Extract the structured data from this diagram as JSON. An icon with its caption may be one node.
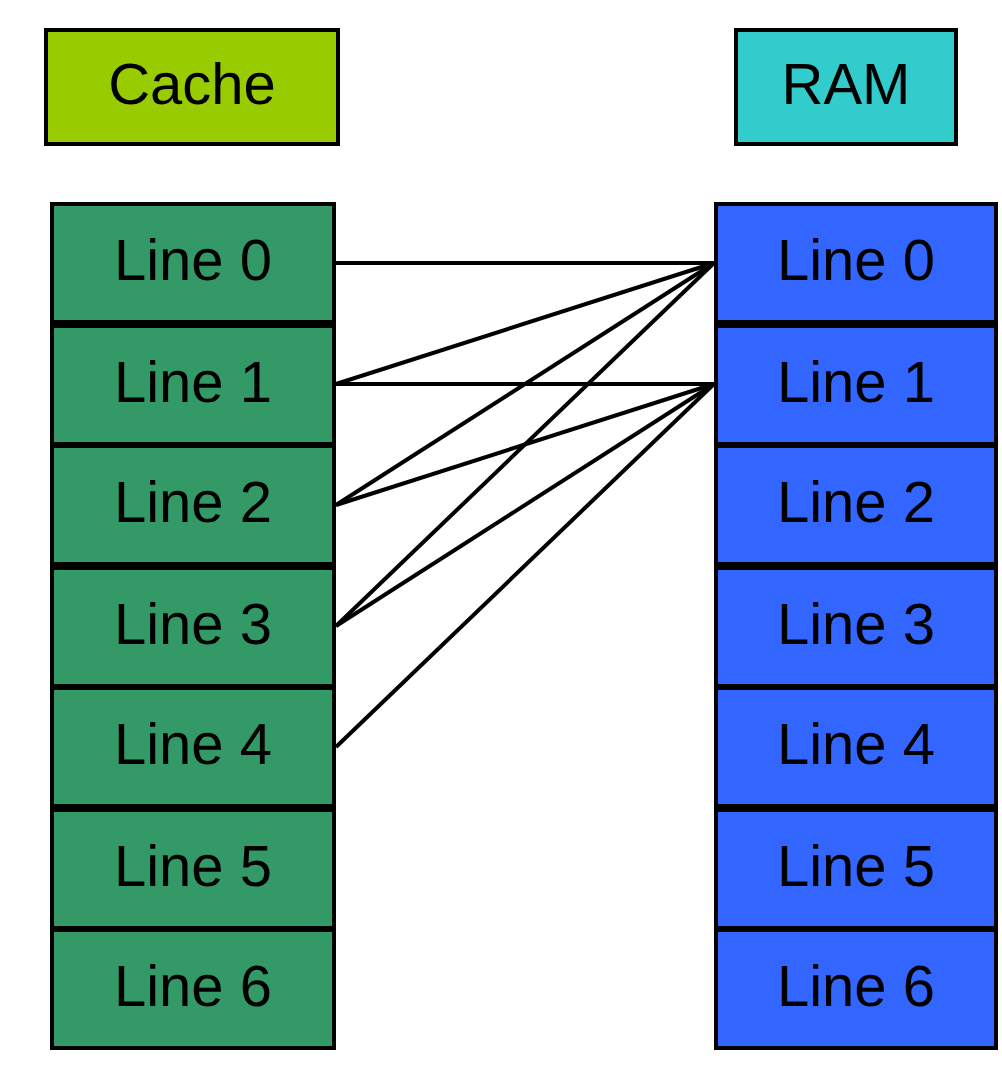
{
  "diagram": {
    "nodes": [
      {
        "text": [
          "Cache"
        ]
      },
      {
        "text": [
          "RAM"
        ]
      },
      {
        "text": [
          "Line 0"
        ]
      },
      {
        "text": [
          "Line 1"
        ]
      },
      {
        "text": [
          "Line 2"
        ]
      },
      {
        "text": [
          "Line 3"
        ]
      },
      {
        "text": [
          "Line 4"
        ]
      },
      {
        "text": [
          "Line 5"
        ]
      },
      {
        "text": [
          "Line 6"
        ]
      },
      {
        "text": [
          "Line 0"
        ]
      },
      {
        "text": [
          "Line 1"
        ]
      },
      {
        "text": [
          "Line 2"
        ]
      },
      {
        "text": [
          "Line 3"
        ]
      },
      {
        "text": [
          "Line 4"
        ]
      },
      {
        "text": [
          "Line 5"
        ]
      },
      {
        "text": [
          "Line 6"
        ]
      }
    ],
    "edges": [
      {
        "from": 2,
        "to": 9,
        "arrow": "none"
      },
      {
        "from": 3,
        "to": 9,
        "arrow": "none"
      },
      {
        "from": 3,
        "to": 10,
        "arrow": "none"
      },
      {
        "from": 4,
        "to": 9,
        "arrow": "none"
      },
      {
        "from": 4,
        "to": 10,
        "arrow": "none"
      },
      {
        "from": 5,
        "to": 9,
        "arrow": "none"
      },
      {
        "from": 5,
        "to": 10,
        "arrow": "none"
      },
      {
        "from": 6,
        "to": 10,
        "arrow": "none"
      }
    ]
  }
}
